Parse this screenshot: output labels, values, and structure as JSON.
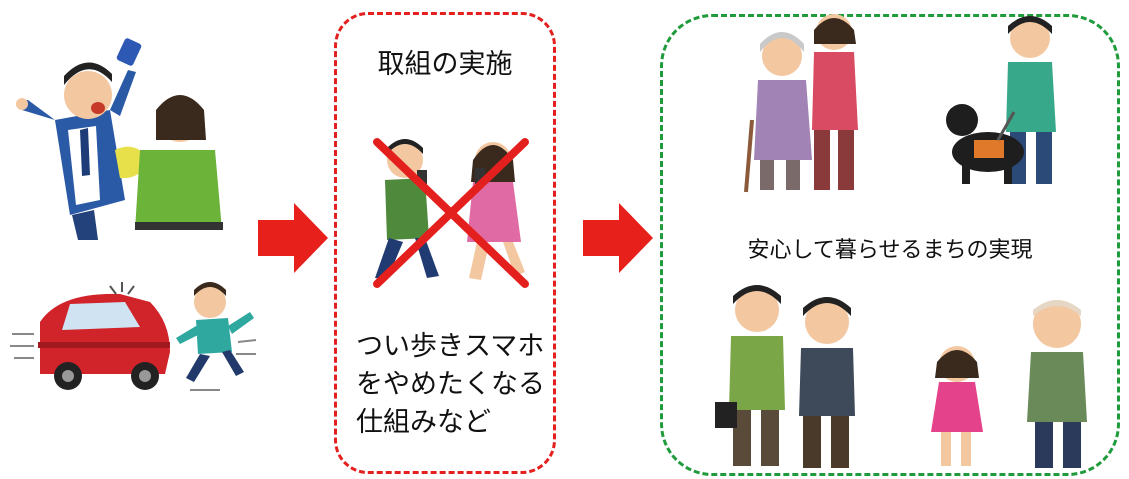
{
  "problem": {
    "illustrations": [
      "collision-people-icon",
      "car-near-miss-icon"
    ]
  },
  "action": {
    "title": "取組の実施",
    "lines": [
      "つい歩きスマホ",
      "をやめたくなる",
      "仕組みなど"
    ],
    "illustration": "crossed-out-walking-smartphone-users-icon"
  },
  "result": {
    "caption": "安心して暮らせるまちの実現",
    "illustrations": [
      "elderly-with-caregiver-icon",
      "guide-dog-user-icon",
      "walking-family-icon"
    ]
  },
  "colors": {
    "arrow": "#e8201c",
    "action_border": "#e4201e",
    "result_border": "#1f9b3b"
  }
}
